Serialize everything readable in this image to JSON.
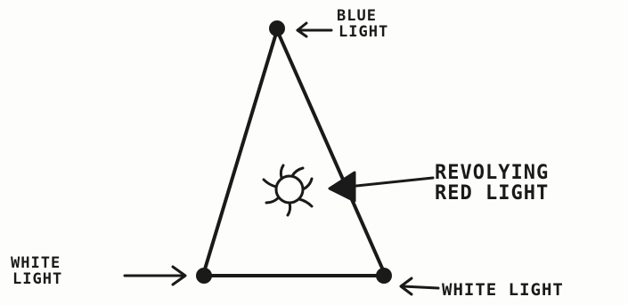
{
  "labels": {
    "top_vertex": {
      "line1": "BLUE",
      "line2": "LIGHT"
    },
    "center": {
      "line1": "REVOLYING",
      "line2": "RED LIGHT"
    },
    "bottom_left": {
      "line1": "WHITE",
      "line2": "LIGHT"
    },
    "bottom_right": {
      "text": "WHITE LIGHT"
    }
  },
  "colors": {
    "ink": "#1a1a1a",
    "paper": "#fdfdfb"
  }
}
